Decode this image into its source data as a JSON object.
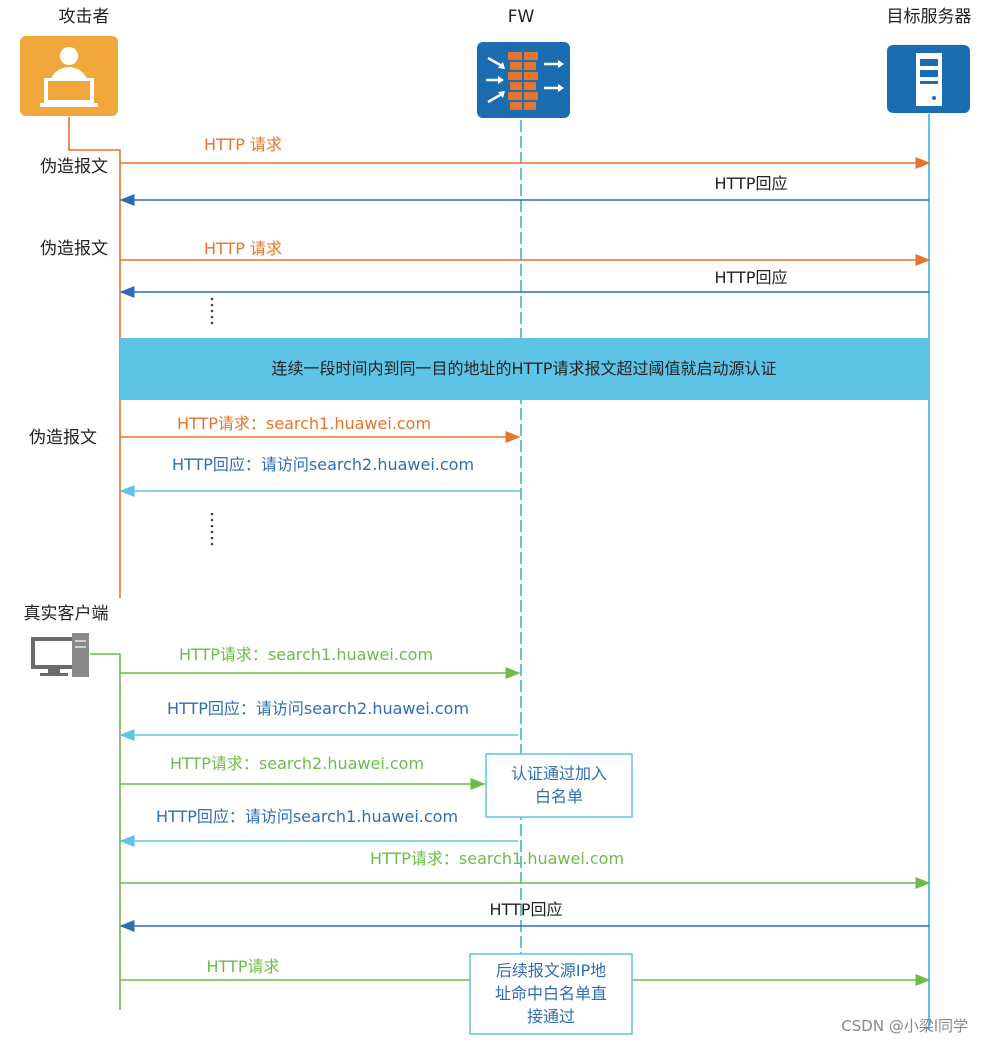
{
  "participants": {
    "attacker": "攻击者",
    "fw": "FW",
    "server": "目标服务器",
    "client": "真实客户端"
  },
  "side_labels": {
    "forged1": "伪造报文",
    "forged2": "伪造报文",
    "forged3": "伪造报文"
  },
  "messages": {
    "m1": "HTTP 请求",
    "m2": "HTTP回应",
    "m3": "HTTP 请求",
    "m4": "HTTP回应",
    "m5": "HTTP请求：search1.huawei.com",
    "m6": "HTTP回应：请访问search2.huawei.com",
    "m7": "HTTP请求：search1.huawei.com",
    "m8": "HTTP回应：请访问search2.huawei.com",
    "m9": "HTTP请求：search2.huawei.com",
    "m10": "HTTP回应：请访问search1.huawei.com",
    "m11": "HTTP请求：search1.huawei.com",
    "m12": "HTTP回应",
    "m13": "HTTP请求"
  },
  "banner": "连续一段时间内到同一目的地址的HTTP请求报文超过阈值就启动源认证",
  "notes": {
    "auth_line1": "认证通过加入",
    "auth_line2": "白名单",
    "wl_line1": "后续报文源IP地",
    "wl_line2": "址命中白名单直",
    "wl_line3": "接通过"
  },
  "watermark": "CSDN @小梁l同学",
  "colors": {
    "orange": "#e8732a",
    "blue": "#2e6db4",
    "green": "#6dbb4a",
    "cyan": "#5ec4e6",
    "banner": "#5ec4e6"
  }
}
